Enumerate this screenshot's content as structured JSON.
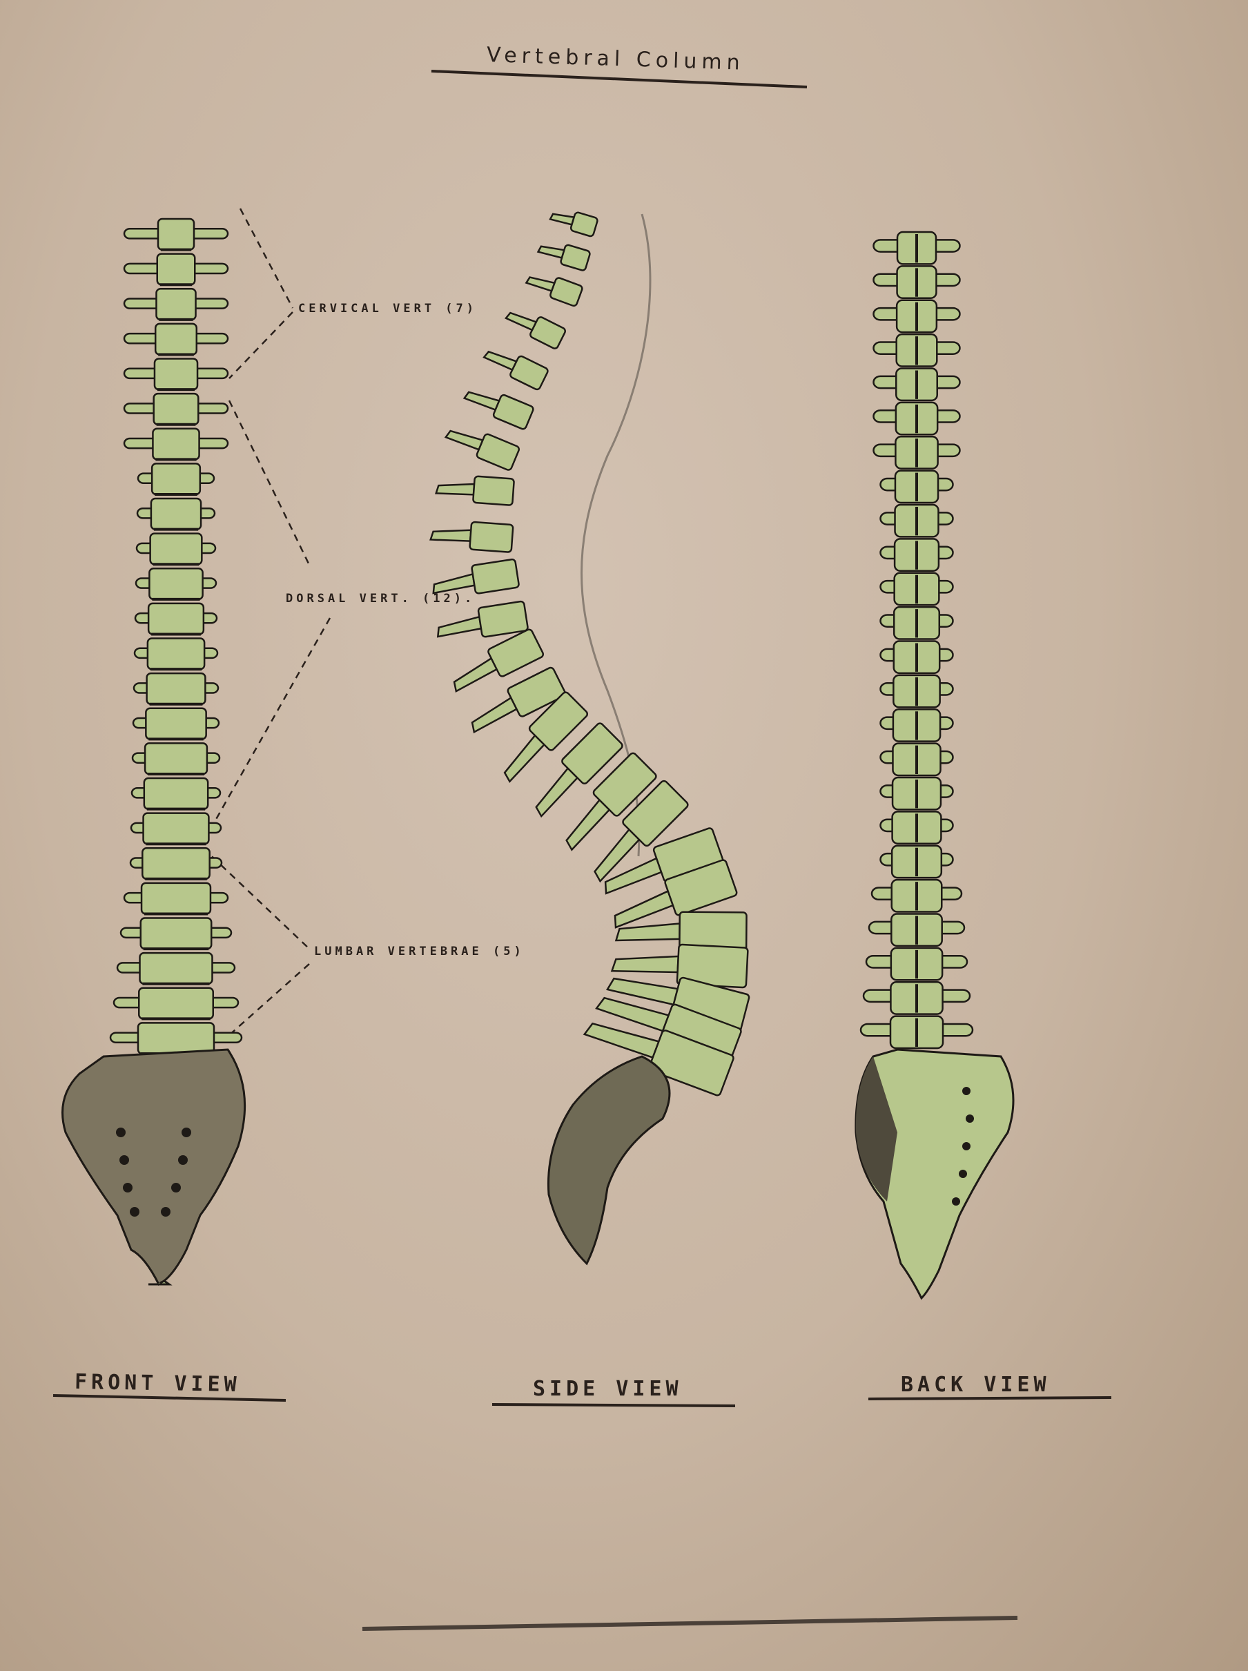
{
  "title": "Vertebral Column",
  "labels": {
    "cervical": "CERVICAL VERT (7)",
    "dorsal": "DORSAL VERT. (12).",
    "lumbar": "LUMBAR VERTEBRAE (5)"
  },
  "views": {
    "front": "FRONT VIEW",
    "side": "SIDE VIEW",
    "back": "BACK VIEW"
  },
  "colors": {
    "bone": "#b7c78c",
    "ink": "#1e1a16",
    "paper": "#c9b6a4"
  }
}
